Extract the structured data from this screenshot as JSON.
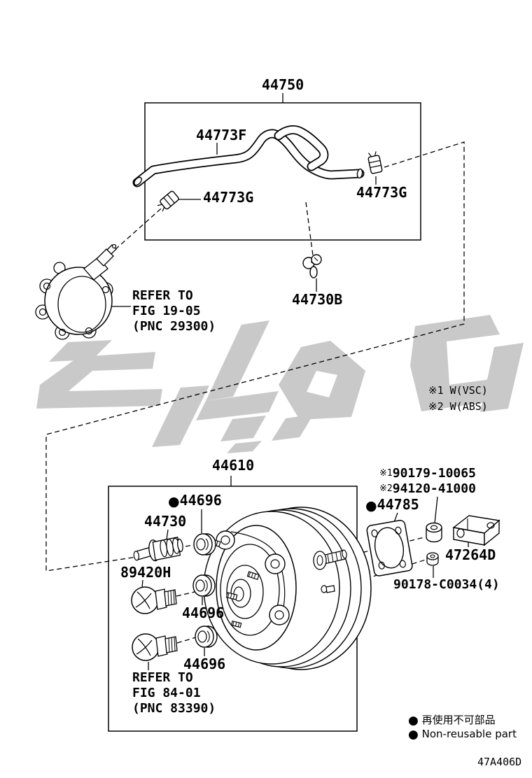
{
  "figure_code": "47A406D",
  "hose_assembly": {
    "label": "44750",
    "hose_label": "44773F",
    "clamp_left": "44773G",
    "clamp_right": "44773G",
    "clamp_lower": "44730B",
    "pump_reference": {
      "line1": "REFER TO",
      "line2": "FIG 19-05",
      "line3": "(PNC 29300)"
    }
  },
  "variant_notes": {
    "note1": "※1 W(VSC)",
    "note2": "※2 W(ABS)"
  },
  "booster_assembly": {
    "label": "44610",
    "grommet_top": {
      "marker": "●",
      "text": "44696"
    },
    "check_valve": "44730",
    "sensor": "89420H",
    "grommet_mid": "44696",
    "grommet_bottom": "44696",
    "pedal_reference": {
      "line1": "REFER TO",
      "line2": "FIG 84-01",
      "line3": "(PNC 83390)"
    },
    "nut_variant_1": {
      "prefix": "※1",
      "number": "90179-10065"
    },
    "nut_variant_2": {
      "prefix": "※2",
      "number": "94120-41000"
    },
    "gasket": {
      "marker": "●",
      "text": "44785"
    },
    "bracket": "47264D",
    "nut": "90178-C0034(4)"
  },
  "legend": {
    "non_reusable_ja": {
      "marker": "●",
      "text": "再使用不可部品"
    },
    "non_reusable_en": {
      "marker": "●",
      "text": "Non-reusable part"
    }
  }
}
